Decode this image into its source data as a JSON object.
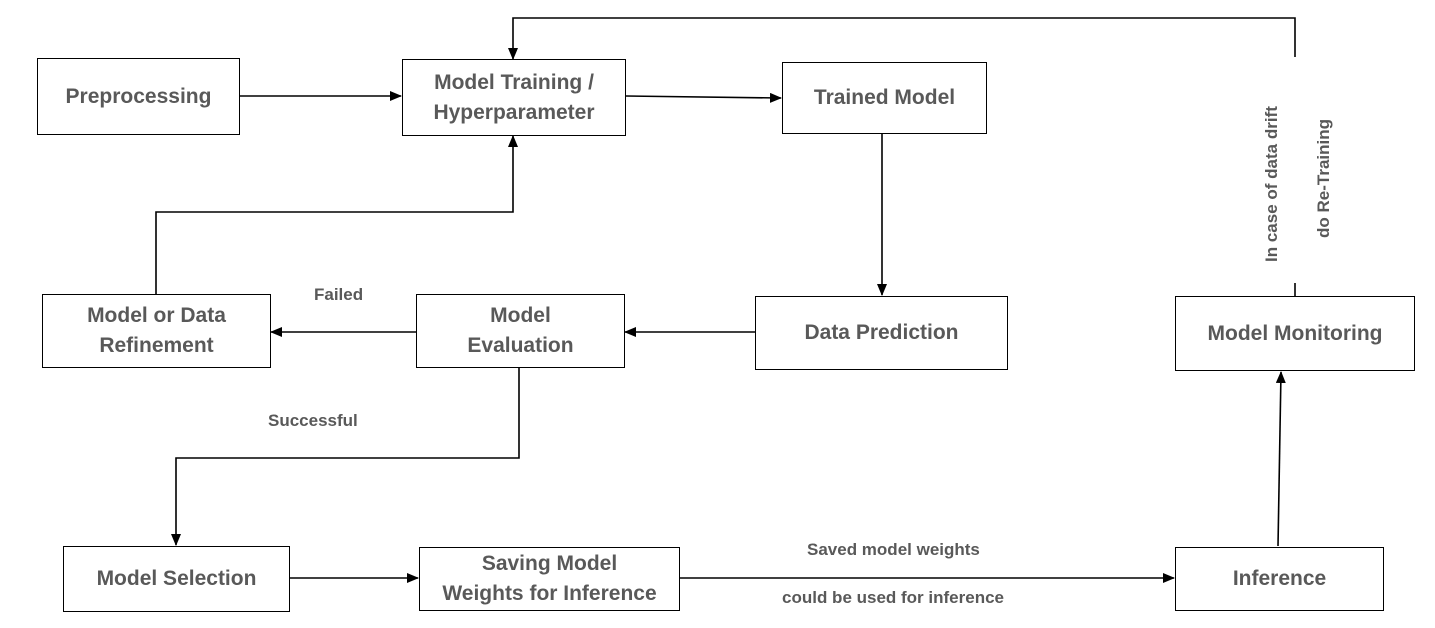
{
  "nodes": {
    "preprocessing": "Preprocessing",
    "model_training": "Model Training /\nHyperparameter",
    "trained_model": "Trained Model",
    "data_prediction": "Data Prediction",
    "model_evaluation": "Model\nEvaluation",
    "model_refinement": "Model or Data\nRefinement",
    "model_selection": "Model Selection",
    "saving_weights": "Saving Model\nWeights for Inference",
    "inference": "Inference",
    "model_monitoring": "Model Monitoring"
  },
  "edge_labels": {
    "failed": "Failed",
    "successful": "Successful",
    "saved_weights_line1": "Saved model weights",
    "saved_weights_line2": "could be used for inference",
    "drift_line1": "In case of data drift",
    "drift_line2": "do Re-Training"
  }
}
